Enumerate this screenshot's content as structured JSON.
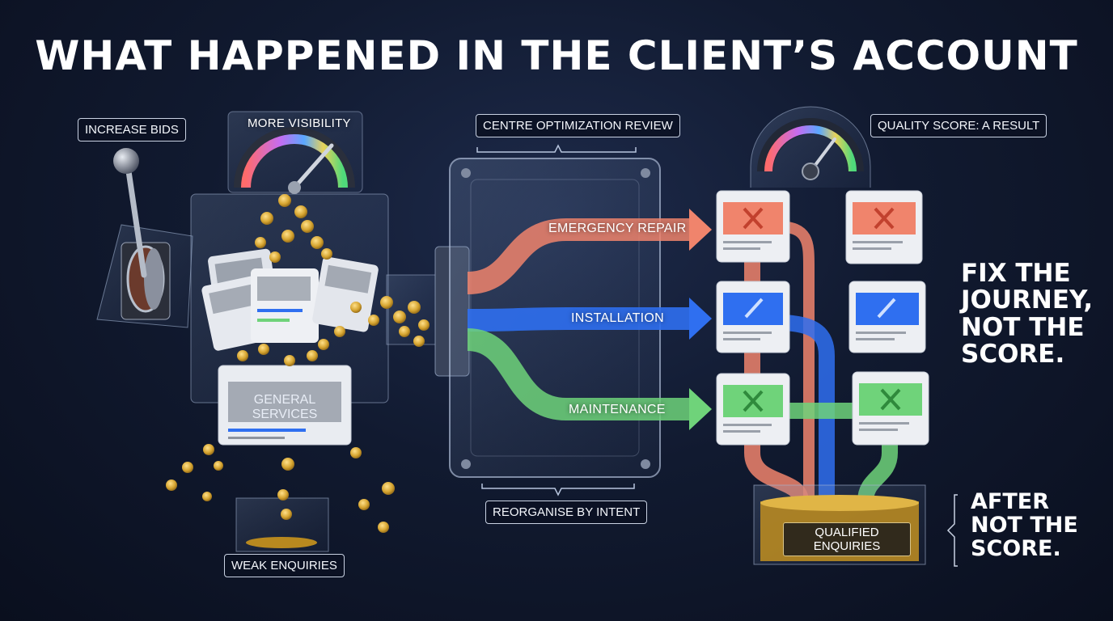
{
  "title": "WHAT HAPPENED IN THE CLIENT’S ACCOUNT",
  "left": {
    "increase_bids": "INCREASE BIDS",
    "more_visibility": "MORE VISIBILITY",
    "general_services": "GENERAL SERVICES",
    "weak_enquiries": "WEAK ENQUIRIES"
  },
  "center": {
    "review": "CENTRE OPTIMIZATION REVIEW",
    "reorganise": "REORGANISE BY INTENT",
    "flows": [
      {
        "label": "EMERGENCY REPAIR",
        "color": "#f0846c"
      },
      {
        "label": "INSTALLATION",
        "color": "#2f6ff0"
      },
      {
        "label": "MAINTENANCE",
        "color": "#6fd37a"
      }
    ]
  },
  "right": {
    "quality_score": "QUALITY SCORE: A RESULT",
    "qualified_enquiries": "QUALIFIED ENQUIRIES",
    "fix_lines": [
      "FIX THE",
      "JOURNEY,",
      "NOT THE",
      "SCORE."
    ],
    "after_lines": [
      "AFTER",
      "NOT THE",
      "SCORE."
    ]
  },
  "colors": {
    "coral": "#f0846c",
    "blue": "#2f6ff0",
    "green": "#6fd37a",
    "gold": "#d6a531"
  }
}
